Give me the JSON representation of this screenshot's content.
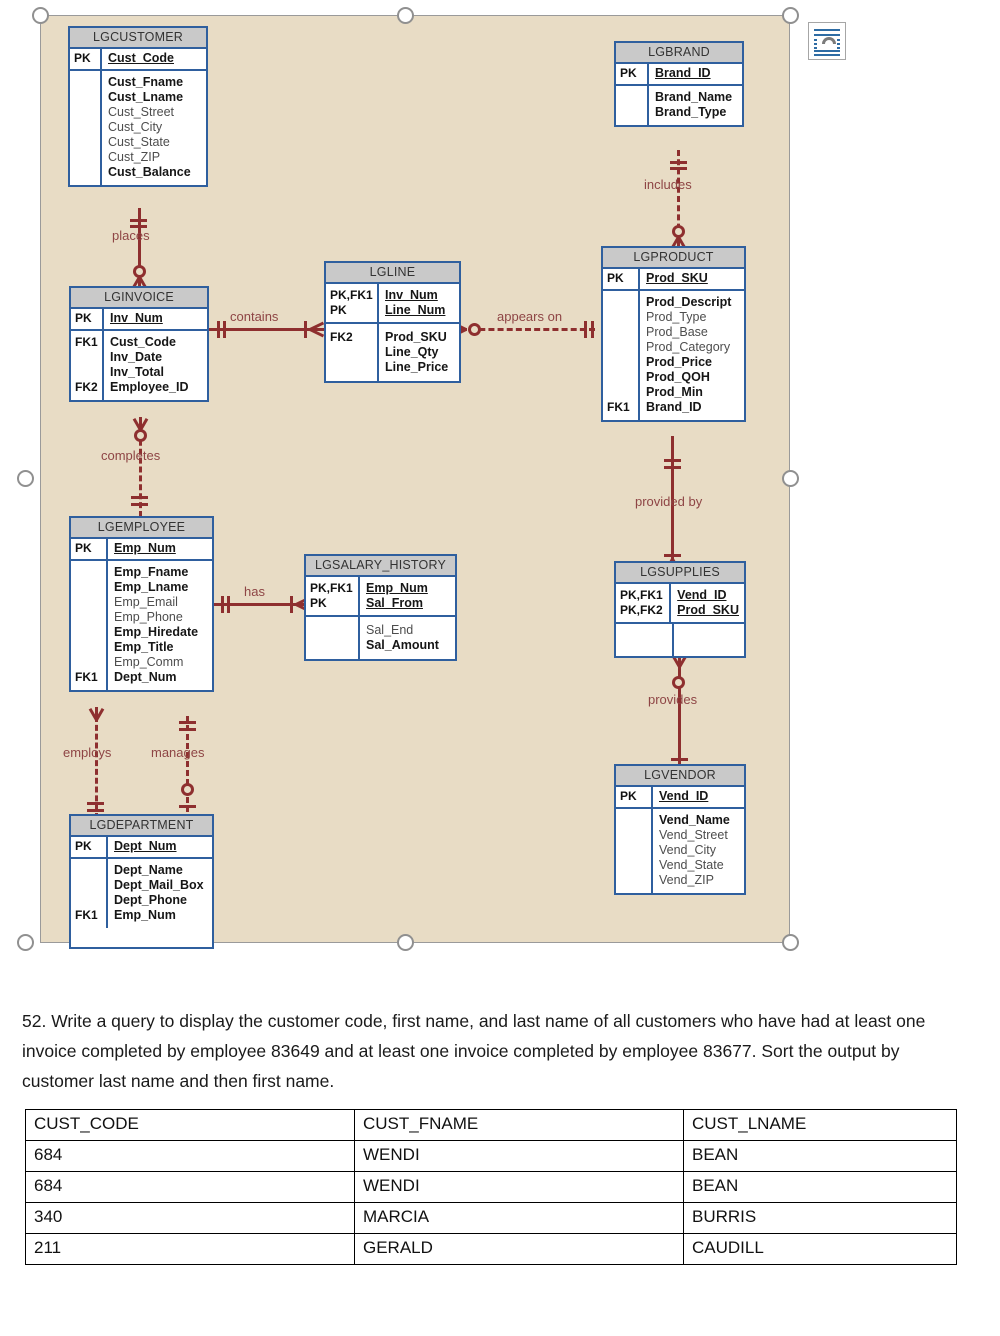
{
  "document": {
    "image_object_label": "erd-diagram-image",
    "layout_options_icon": "layout-options-icon"
  },
  "erd": {
    "entities": [
      {
        "name": "LGCUSTOMER",
        "pk_key": "PK",
        "pk_attrs": [
          "Cust_Code"
        ],
        "fk_keys": [
          "",
          "",
          "",
          "",
          "",
          "",
          ""
        ],
        "attrs": [
          {
            "text": "Cust_Fname",
            "style": "b"
          },
          {
            "text": "Cust_Lname",
            "style": "b"
          },
          {
            "text": "Cust_Street",
            "style": "n"
          },
          {
            "text": "Cust_City",
            "style": "n"
          },
          {
            "text": "Cust_State",
            "style": "n"
          },
          {
            "text": "Cust_ZIP",
            "style": "n"
          },
          {
            "text": "Cust_Balance",
            "style": "b"
          }
        ]
      },
      {
        "name": "LGBRAND",
        "pk_key": "PK",
        "pk_attrs": [
          "Brand_ID"
        ],
        "attrs": [
          {
            "text": "Brand_Name",
            "style": "b"
          },
          {
            "text": "Brand_Type",
            "style": "b"
          }
        ]
      },
      {
        "name": "LGINVOICE",
        "pk_key": "PK",
        "pk_attrs": [
          "Inv_Num"
        ],
        "body_keys": [
          "FK1",
          "",
          "",
          "FK2"
        ],
        "attrs": [
          {
            "text": "Cust_Code",
            "style": "b"
          },
          {
            "text": "Inv_Date",
            "style": "b"
          },
          {
            "text": "Inv_Total",
            "style": "b"
          },
          {
            "text": "Employee_ID",
            "style": "b"
          }
        ]
      },
      {
        "name": "LGLINE",
        "pk_key": "PK,FK1\nPK",
        "pk_attrs": [
          "Inv_Num",
          "Line_Num"
        ],
        "body_keys": [
          "FK2",
          "",
          ""
        ],
        "attrs": [
          {
            "text": "Prod_SKU",
            "style": "b"
          },
          {
            "text": "Line_Qty",
            "style": "b"
          },
          {
            "text": "Line_Price",
            "style": "b"
          }
        ]
      },
      {
        "name": "LGPRODUCT",
        "pk_key": "PK",
        "pk_attrs": [
          "Prod_SKU"
        ],
        "body_keys": [
          "",
          "",
          "",
          "",
          "",
          "",
          "",
          "FK1"
        ],
        "attrs": [
          {
            "text": "Prod_Descript",
            "style": "b"
          },
          {
            "text": "Prod_Type",
            "style": "n"
          },
          {
            "text": "Prod_Base",
            "style": "n"
          },
          {
            "text": "Prod_Category",
            "style": "n"
          },
          {
            "text": "Prod_Price",
            "style": "b"
          },
          {
            "text": "Prod_QOH",
            "style": "b"
          },
          {
            "text": "Prod_Min",
            "style": "b"
          },
          {
            "text": "Brand_ID",
            "style": "b"
          }
        ]
      },
      {
        "name": "LGEMPLOYEE",
        "pk_key": "PK",
        "pk_attrs": [
          "Emp_Num"
        ],
        "body_keys": [
          "",
          "",
          "",
          "",
          "",
          "",
          "",
          "FK1"
        ],
        "attrs": [
          {
            "text": "Emp_Fname",
            "style": "b"
          },
          {
            "text": "Emp_Lname",
            "style": "b"
          },
          {
            "text": "Emp_Email",
            "style": "n"
          },
          {
            "text": "Emp_Phone",
            "style": "n"
          },
          {
            "text": "Emp_Hiredate",
            "style": "b"
          },
          {
            "text": "Emp_Title",
            "style": "b"
          },
          {
            "text": "Emp_Comm",
            "style": "n"
          },
          {
            "text": "Dept_Num",
            "style": "b"
          }
        ]
      },
      {
        "name": "LGSALARY_HISTORY",
        "pk_key": "PK,FK1\nPK",
        "pk_attrs": [
          "Emp_Num",
          "Sal_From"
        ],
        "attrs": [
          {
            "text": "Sal_End",
            "style": "n"
          },
          {
            "text": "Sal_Amount",
            "style": "b"
          }
        ]
      },
      {
        "name": "LGSUPPLIES",
        "pk_key": "PK,FK1\nPK,FK2",
        "pk_attrs": [
          "Vend_ID",
          "Prod_SKU"
        ],
        "attrs": []
      },
      {
        "name": "LGVENDOR",
        "pk_key": "PK",
        "pk_attrs": [
          "Vend_ID"
        ],
        "attrs": [
          {
            "text": "Vend_Name",
            "style": "b"
          },
          {
            "text": "Vend_Street",
            "style": "n"
          },
          {
            "text": "Vend_City",
            "style": "n"
          },
          {
            "text": "Vend_State",
            "style": "n"
          },
          {
            "text": "Vend_ZIP",
            "style": "n"
          }
        ]
      },
      {
        "name": "LGDEPARTMENT",
        "pk_key": "PK",
        "pk_attrs": [
          "Dept_Num"
        ],
        "body_keys": [
          "",
          "",
          "",
          "FK1"
        ],
        "attrs": [
          {
            "text": "Dept_Name",
            "style": "b"
          },
          {
            "text": "Dept_Mail_Box",
            "style": "b"
          },
          {
            "text": "Dept_Phone",
            "style": "b"
          },
          {
            "text": "Emp_Num",
            "style": "b"
          }
        ]
      }
    ],
    "relationships": [
      {
        "label": "places"
      },
      {
        "label": "includes"
      },
      {
        "label": "contains"
      },
      {
        "label": "appears on"
      },
      {
        "label": "completes"
      },
      {
        "label": "provided by"
      },
      {
        "label": "has"
      },
      {
        "label": "provides"
      },
      {
        "label": "employs"
      },
      {
        "label": "manages"
      }
    ],
    "colors": {
      "canvas": "#e8dcc5",
      "entity_border": "#2f5f9e",
      "entity_header": "#c9c9c9",
      "relationship": "#8e2f2f",
      "relationship_label": "#8e4545"
    }
  },
  "question": {
    "text": "52. Write a query to display the customer code, first name, and last name of all customers who have had at least one invoice completed by employee 83649 and at least one invoice completed by employee 83677. Sort the output by customer last name and then first name."
  },
  "result_table": {
    "headers": [
      "CUST_CODE",
      "CUST_FNAME",
      "CUST_LNAME"
    ],
    "rows": [
      [
        "684",
        "WENDI",
        "BEAN"
      ],
      [
        "684",
        "WENDI",
        "BEAN"
      ],
      [
        "340",
        "MARCIA",
        "BURRIS"
      ],
      [
        "211",
        "GERALD",
        "CAUDILL"
      ]
    ]
  }
}
